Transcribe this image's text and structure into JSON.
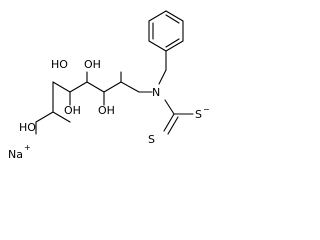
{
  "molecule": {
    "labels": {
      "oh_top": "OH",
      "ho_upper_left": "HO",
      "oh_mid_right": "OH",
      "ho_lower_left": "HO",
      "oh_lower_mid": "OH",
      "n": "N",
      "s_double": "S",
      "s_anion": "S",
      "s_anion_charge": "−",
      "na": "Na",
      "na_charge": "+"
    },
    "colors": {
      "bond": "#000000",
      "text": "#000000",
      "background": "#ffffff"
    }
  }
}
